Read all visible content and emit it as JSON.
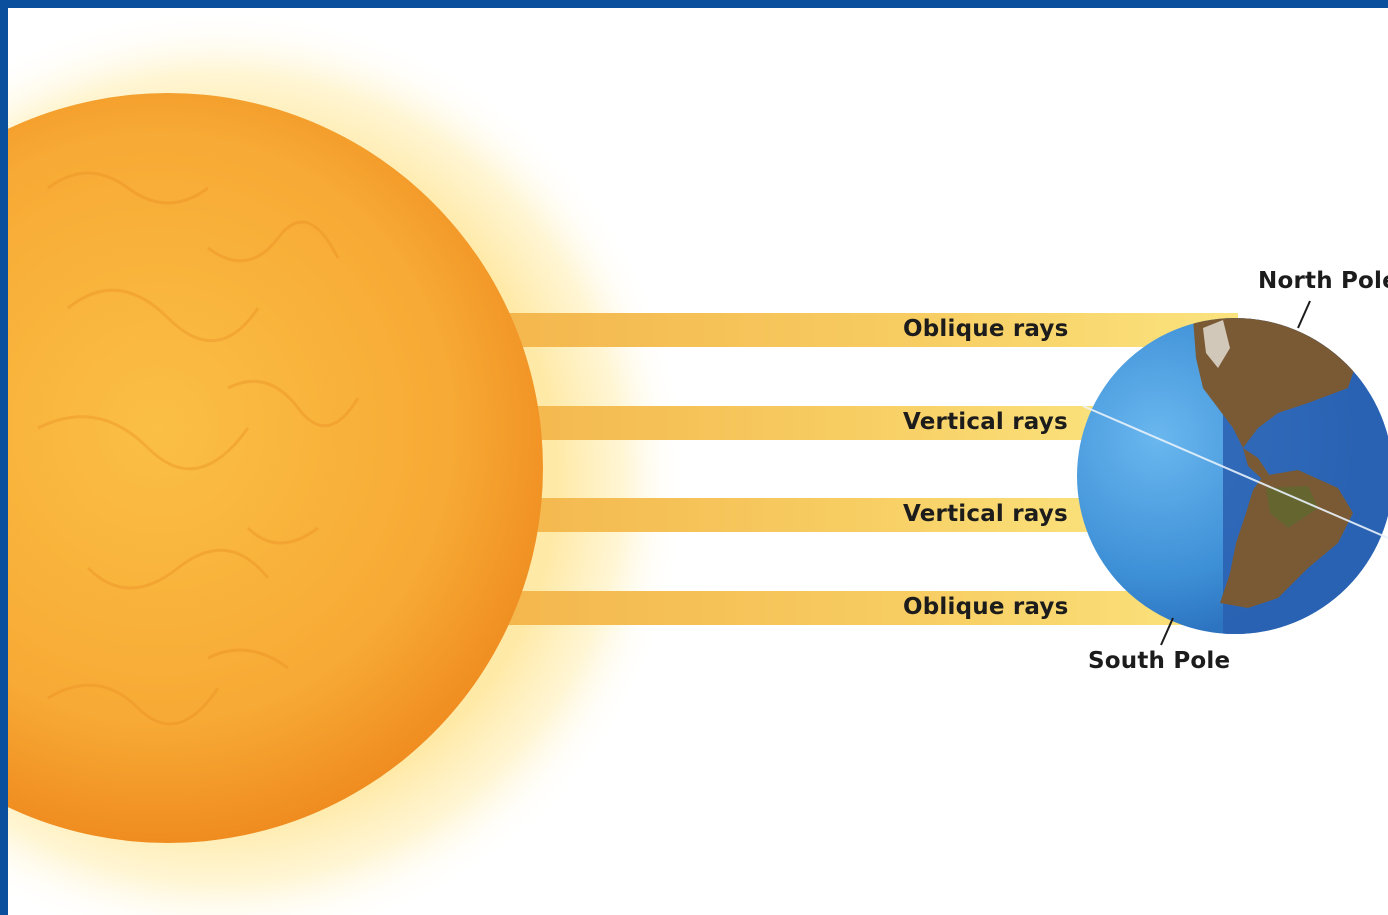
{
  "diagram": {
    "rays": [
      {
        "label": "Oblique rays"
      },
      {
        "label": "Vertical rays"
      },
      {
        "label": "Vertical rays"
      },
      {
        "label": "Oblique rays"
      }
    ],
    "north_pole_label": "North Pole",
    "south_pole_label": "South Pole",
    "colors": {
      "border": "#0a4f9e",
      "sun_core": "#f7b23a",
      "sun_edge": "#f08a1e",
      "ray": "#f6c65a",
      "ocean": "#3d8fd6",
      "ocean_night": "#2a5fb0",
      "land": "#7a5a35"
    }
  }
}
